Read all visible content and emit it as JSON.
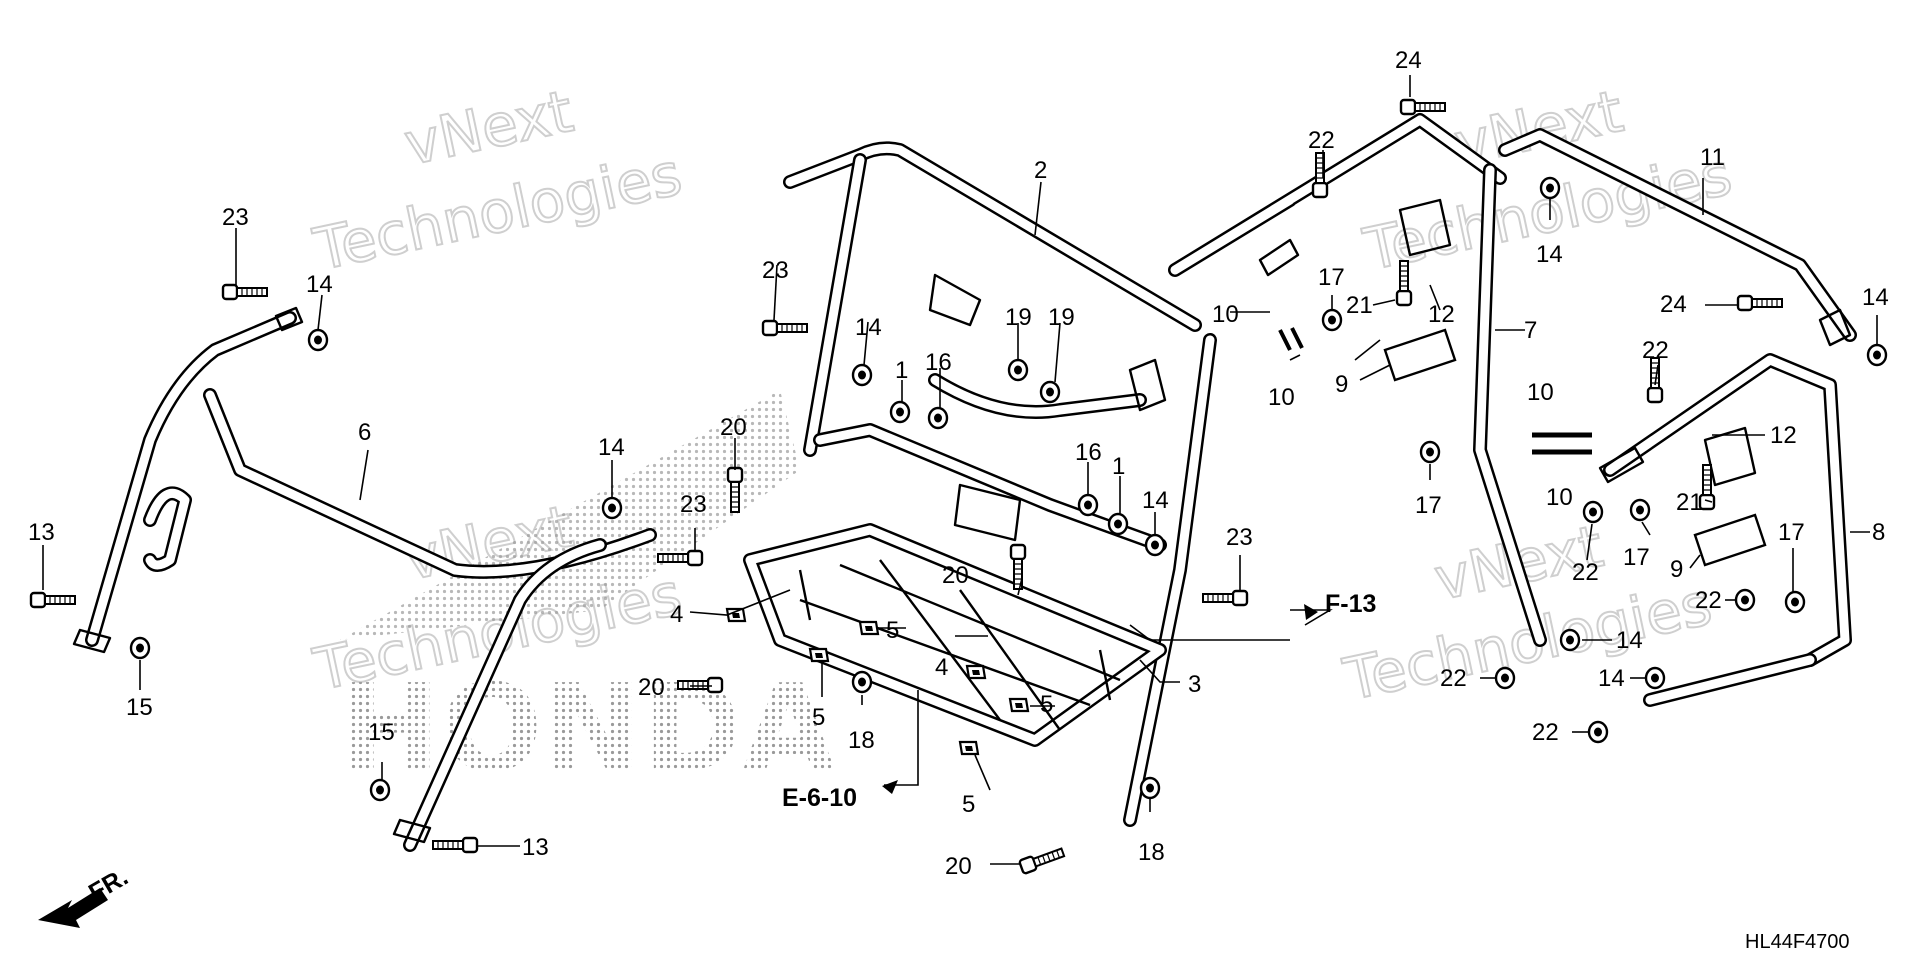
{
  "watermark": {
    "line1": "vNext",
    "line2": "Technologies"
  },
  "brand_watermark": "HONDA",
  "diagram_code": "HL44F4700",
  "front_indicator": "FR.",
  "references": {
    "f13": "F-13",
    "e610": "E-6-10"
  },
  "callouts": {
    "c1": "1",
    "c2": "2",
    "c3": "3",
    "c4": "4",
    "c5": "5",
    "c6": "6",
    "c7": "7",
    "c8": "8",
    "c9": "9",
    "c10": "10",
    "c11": "11",
    "c12": "12",
    "c13": "13",
    "c14": "14",
    "c15": "15",
    "c16": "16",
    "c17": "17",
    "c18": "18",
    "c19": "19",
    "c20": "20",
    "c21": "21",
    "c22": "22",
    "c23": "23",
    "c24": "24"
  }
}
